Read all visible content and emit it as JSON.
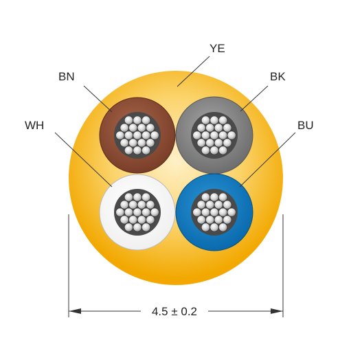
{
  "labels": {
    "ye": "YE",
    "bn": "BN",
    "bk": "BK",
    "wh": "WH",
    "bu": "BU"
  },
  "dimension": {
    "text": "4.5 ± 0.2"
  },
  "colors": {
    "jacket_outer": "#f2a800",
    "jacket_inner": "#fde6a8",
    "brown": "#8a4a32",
    "black": "#7a7a7a",
    "white": "#ffffff",
    "blue": "#0a78bf",
    "strand_dark": "#555555",
    "strand_light": "#f2f2f2"
  }
}
